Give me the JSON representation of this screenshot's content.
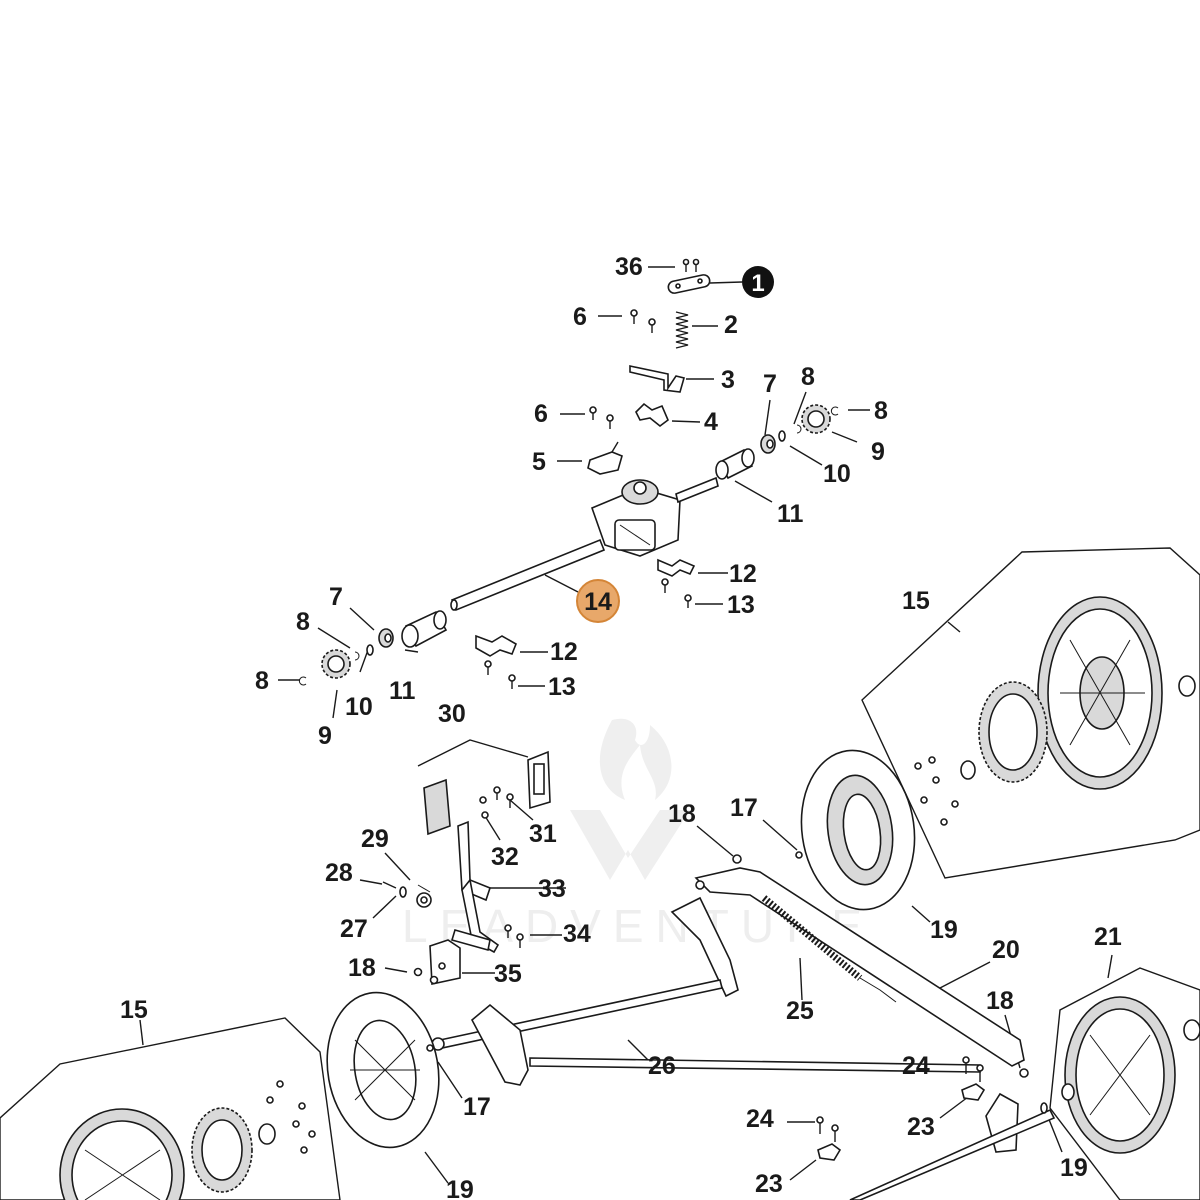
{
  "watermark": {
    "text": "LEADVENTURE"
  },
  "highlight": {
    "label": "14",
    "fill": "#e8a86a",
    "stroke": "#d48537"
  },
  "badge": {
    "label": "1",
    "fill": "#111111",
    "text_color": "#ffffff"
  },
  "colors": {
    "line": "#1a1a1a",
    "background": "#ffffff"
  },
  "labels": {
    "l36": "36",
    "l6a": "6",
    "l2": "2",
    "l3": "3",
    "l6b": "6",
    "l4": "4",
    "l5": "5",
    "l7a": "7",
    "l8a": "8",
    "l8b": "8",
    "l9a": "9",
    "l10a": "10",
    "l11a": "11",
    "l12a": "12",
    "l13a": "13",
    "l7b": "7",
    "l8c": "8",
    "l8d": "8",
    "l10b": "10",
    "l11b": "11",
    "l9b": "9",
    "l12b": "12",
    "l13b": "13",
    "l15a": "15",
    "l30": "30",
    "l31": "31",
    "l32": "32",
    "l33": "33",
    "l29": "29",
    "l28": "28",
    "l27": "27",
    "l34": "34",
    "l18a": "18",
    "l35": "35",
    "l18b": "18",
    "l17a": "17",
    "l19a": "19",
    "l20": "20",
    "l25": "25",
    "l26": "26",
    "l17b": "17",
    "l15b": "15",
    "l19b": "19",
    "l21": "21",
    "l18c": "18",
    "l24a": "24",
    "l23a": "23",
    "l24b": "24",
    "l23b": "23",
    "l19c": "19"
  }
}
